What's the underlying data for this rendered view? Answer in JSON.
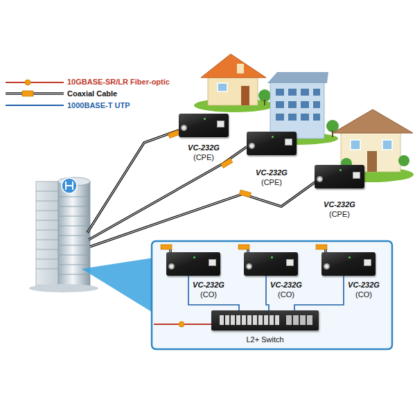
{
  "diagram": {
    "nodes": [
      {
        "text": [
          "VC-232G",
          "(CPE)"
        ]
      },
      {
        "text": [
          "VC-232G",
          "(CPE)"
        ]
      },
      {
        "text": [
          "VC-232G",
          "(CPE)"
        ]
      },
      {
        "text": [
          "VC-232G",
          "(CO)"
        ]
      },
      {
        "text": [
          "VC-232G",
          "(CO)"
        ]
      },
      {
        "text": [
          "VC-232G",
          "(CO)"
        ]
      },
      {
        "text": [
          "L2+ Switch"
        ]
      }
    ],
    "edges": [
      {
        "from": 3,
        "to": 6,
        "arrow": "none"
      },
      {
        "from": 4,
        "to": 6,
        "arrow": "none"
      },
      {
        "from": 5,
        "to": 6,
        "arrow": "none"
      }
    ],
    "legend": [
      {
        "text": "10GBASE-SR/LR Fiber-optic"
      },
      {
        "text": "Coaxial Cable"
      },
      {
        "text": "1000BASE-T UTP"
      }
    ]
  }
}
